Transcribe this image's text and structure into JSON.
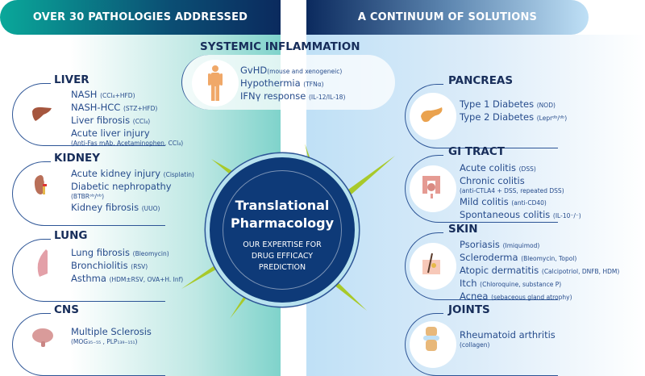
{
  "banners": {
    "left": "OVER 30 PATHOLOGIES ADDRESSED",
    "right": "A CONTINUUM OF SOLUTIONS"
  },
  "hub": {
    "title1": "Translational",
    "title2": "Pharmacology",
    "sub1": "OUR EXPERTISE FOR",
    "sub2": "DRUG EFFICACY",
    "sub3": "PREDICTION"
  },
  "systemic": {
    "title": "SYSTEMIC INFLAMMATION",
    "items": [
      {
        "main": "GvHD",
        "sub": "(mouse and xenogeneic)"
      },
      {
        "main": "Hypothermia ",
        "sub": "(TFNα)"
      },
      {
        "main": "IFNγ response ",
        "sub": "(IL-12/IL-18)"
      }
    ]
  },
  "left": [
    {
      "title": "LIVER",
      "items": [
        {
          "main": "NASH ",
          "sub": "(CCl₄+HFD)"
        },
        {
          "main": "NASH-HCC ",
          "sub": "(STZ+HFD)"
        },
        {
          "main": "Liver fibrosis ",
          "sub": "(CCl₄)"
        },
        {
          "main": "Acute liver injury",
          "sub2": "(Anti-Fas mAb, Acetaminophen, CCl₄)"
        }
      ]
    },
    {
      "title": "KIDNEY",
      "items": [
        {
          "main": "Acute kidney injury ",
          "sub": "(Cisplatin)"
        },
        {
          "main": "Diabetic nephropathy",
          "sub2": "(BTBRᵒᵇ/ᵒᵇ)"
        },
        {
          "main": "Kidney fibrosis ",
          "sub": "(UUO)"
        }
      ]
    },
    {
      "title": "LUNG",
      "items": [
        {
          "main": "Lung fibrosis ",
          "sub": "(Bleomycin)"
        },
        {
          "main": "Bronchiolitis ",
          "sub": "(RSV)"
        },
        {
          "main": "Asthma ",
          "sub": "(HDM±RSV, OVA+H. Inf)"
        }
      ]
    },
    {
      "title": "CNS",
      "items": [
        {
          "main": "Multiple Sclerosis",
          "sub2": "(MOG₃₅₋₅₅ , PLP₁₃₉₋₁₅₁)"
        }
      ]
    }
  ],
  "right": [
    {
      "title": "PANCREAS",
      "items": [
        {
          "main": "Type 1 Diabetes ",
          "sub": "(NOD)"
        },
        {
          "main": "Type 2 Diabetes ",
          "sub": "(Leprᵈᵇ/ᵈᵇ)"
        }
      ]
    },
    {
      "title": "GI TRACT",
      "items": [
        {
          "main": "Acute colitis ",
          "sub": "(DSS)"
        },
        {
          "main": "Chronic colitis",
          "sub2": "(anti-CTLA4 + DSS, repeated DSS)"
        },
        {
          "main": "Mild colitis ",
          "sub": "(anti-CD40)"
        },
        {
          "main": "Spontaneous colitis ",
          "sub": "(IL-10⁻/⁻)"
        }
      ]
    },
    {
      "title": "SKIN",
      "items": [
        {
          "main": "Psoriasis ",
          "sub": "(Imiquimod)"
        },
        {
          "main": "Scleroderma ",
          "sub": "(Bleomycin, Topol)"
        },
        {
          "main": "Atopic dermatitis ",
          "sub": "(Calcipotriol, DNFB, HDM)"
        },
        {
          "main": "Itch ",
          "sub": "(Chloroquine, substance P)"
        },
        {
          "main": "Acnea ",
          "sub": "(sebaceous gland atrophy)"
        }
      ]
    },
    {
      "title": "JOINTS",
      "items": [
        {
          "main": "Rheumatoid arthritis",
          "sub2": "(collagen)"
        }
      ]
    }
  ],
  "colors": {
    "navy": "#0e3a78",
    "accent": "#a8c92a",
    "teal": "#0aa89a",
    "text": "#274c8c"
  }
}
